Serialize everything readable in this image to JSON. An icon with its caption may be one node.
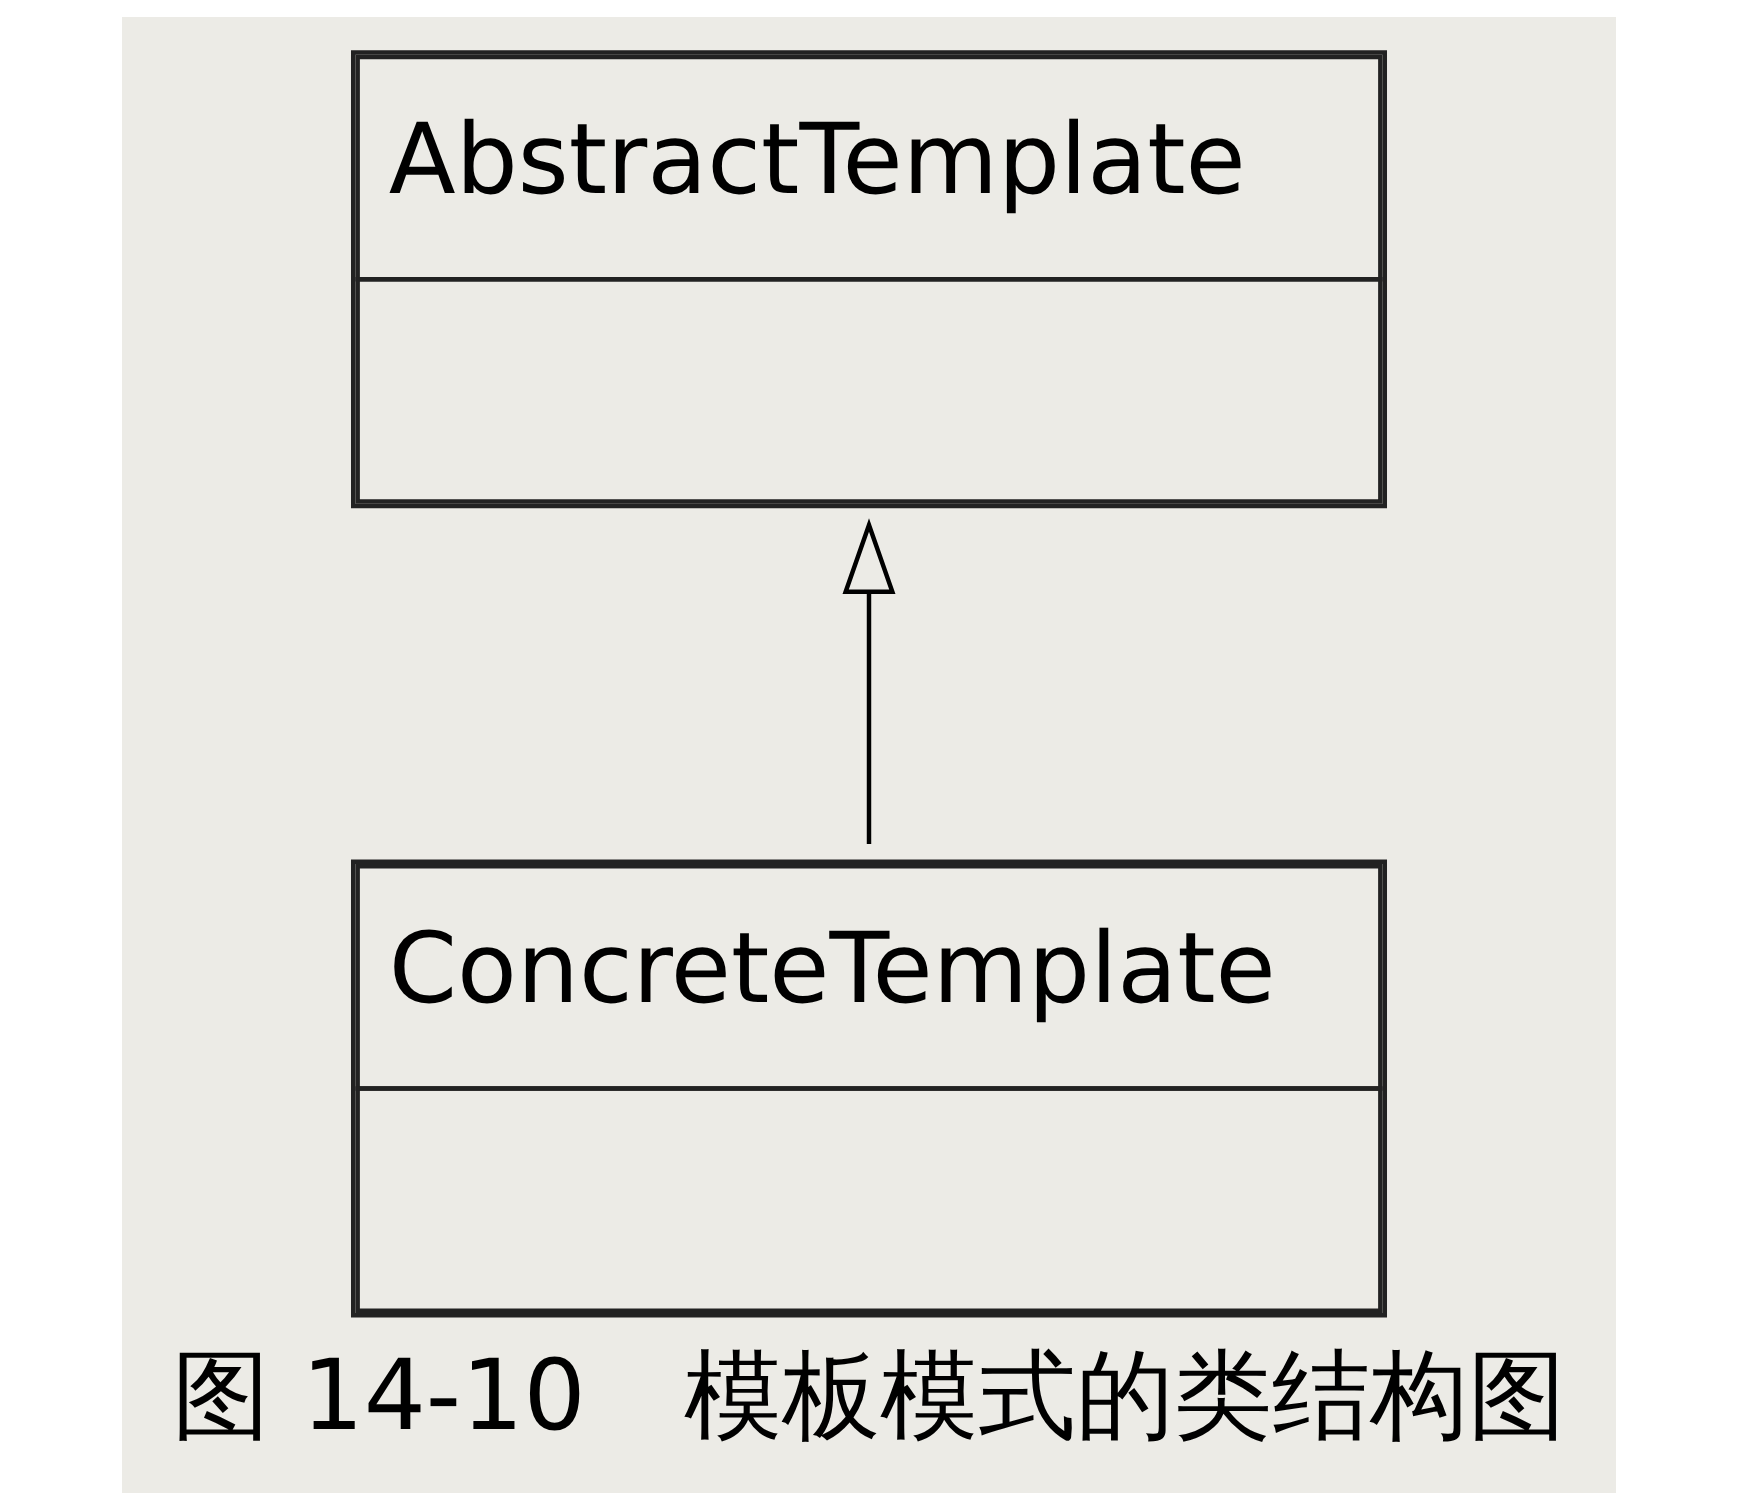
{
  "diagram": {
    "caption": "图 14-10　模板模式的类结构图",
    "nodes": [
      {
        "text": [
          "AbstractTemplate"
        ]
      },
      {
        "text": [
          "ConcreteTemplate"
        ]
      }
    ],
    "edges": [
      {
        "from": 1,
        "to": 0,
        "arrow": "to"
      }
    ]
  }
}
